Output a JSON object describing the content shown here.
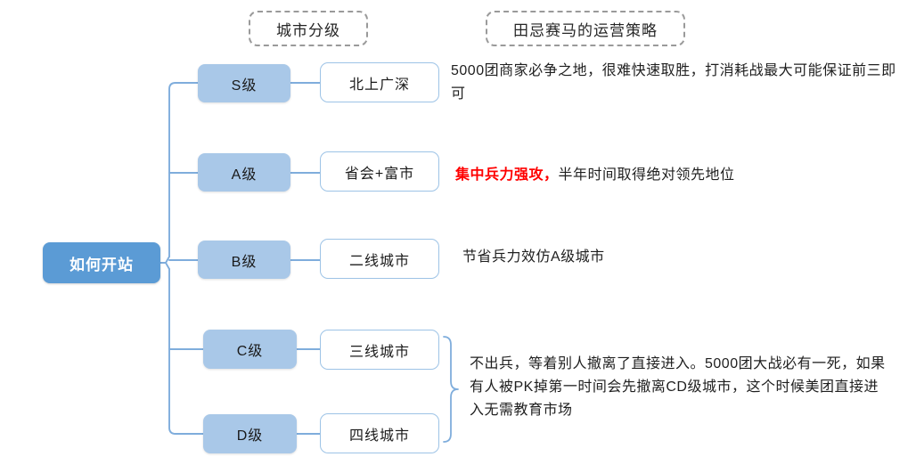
{
  "headers": {
    "left_chip": "城市分级",
    "right_chip": "田忌赛马的运营策略"
  },
  "root": {
    "label": "如何开站"
  },
  "colors": {
    "root_fill": "#5B9BD5",
    "level_fill": "#A9C8E8",
    "city_border": "#9DC3E6",
    "connector": "#7FADDC",
    "accent_red": "#FF0000",
    "chip_border": "#9A9A9A",
    "text": "#1F1F1F",
    "background": "#FFFFFF"
  },
  "branches": [
    {
      "key": "s",
      "level": "S级",
      "city": "北上广深",
      "note": "5000团商家必争之地，很难快速取胜，打消耗战最大可能保证前三即可"
    },
    {
      "key": "a",
      "level": "A级",
      "city": "省会+富市",
      "note_accent": "集中兵力强攻，",
      "note_rest": "半年时间取得绝对领先地位"
    },
    {
      "key": "b",
      "level": "B级",
      "city": "二线城市",
      "note": "节省兵力效仿A级城市"
    },
    {
      "key": "c",
      "level": "C级",
      "city": "三线城市"
    },
    {
      "key": "d",
      "level": "D级",
      "city": "四线城市"
    }
  ],
  "grouped_note": {
    "applies_to": [
      "C级",
      "D级"
    ],
    "text": "不出兵，等着别人撤离了直接进入。5000团大战必有一死，如果有人被PK掉第一时间会先撤离CD级城市，这个时候美团直接进入无需教育市场"
  }
}
